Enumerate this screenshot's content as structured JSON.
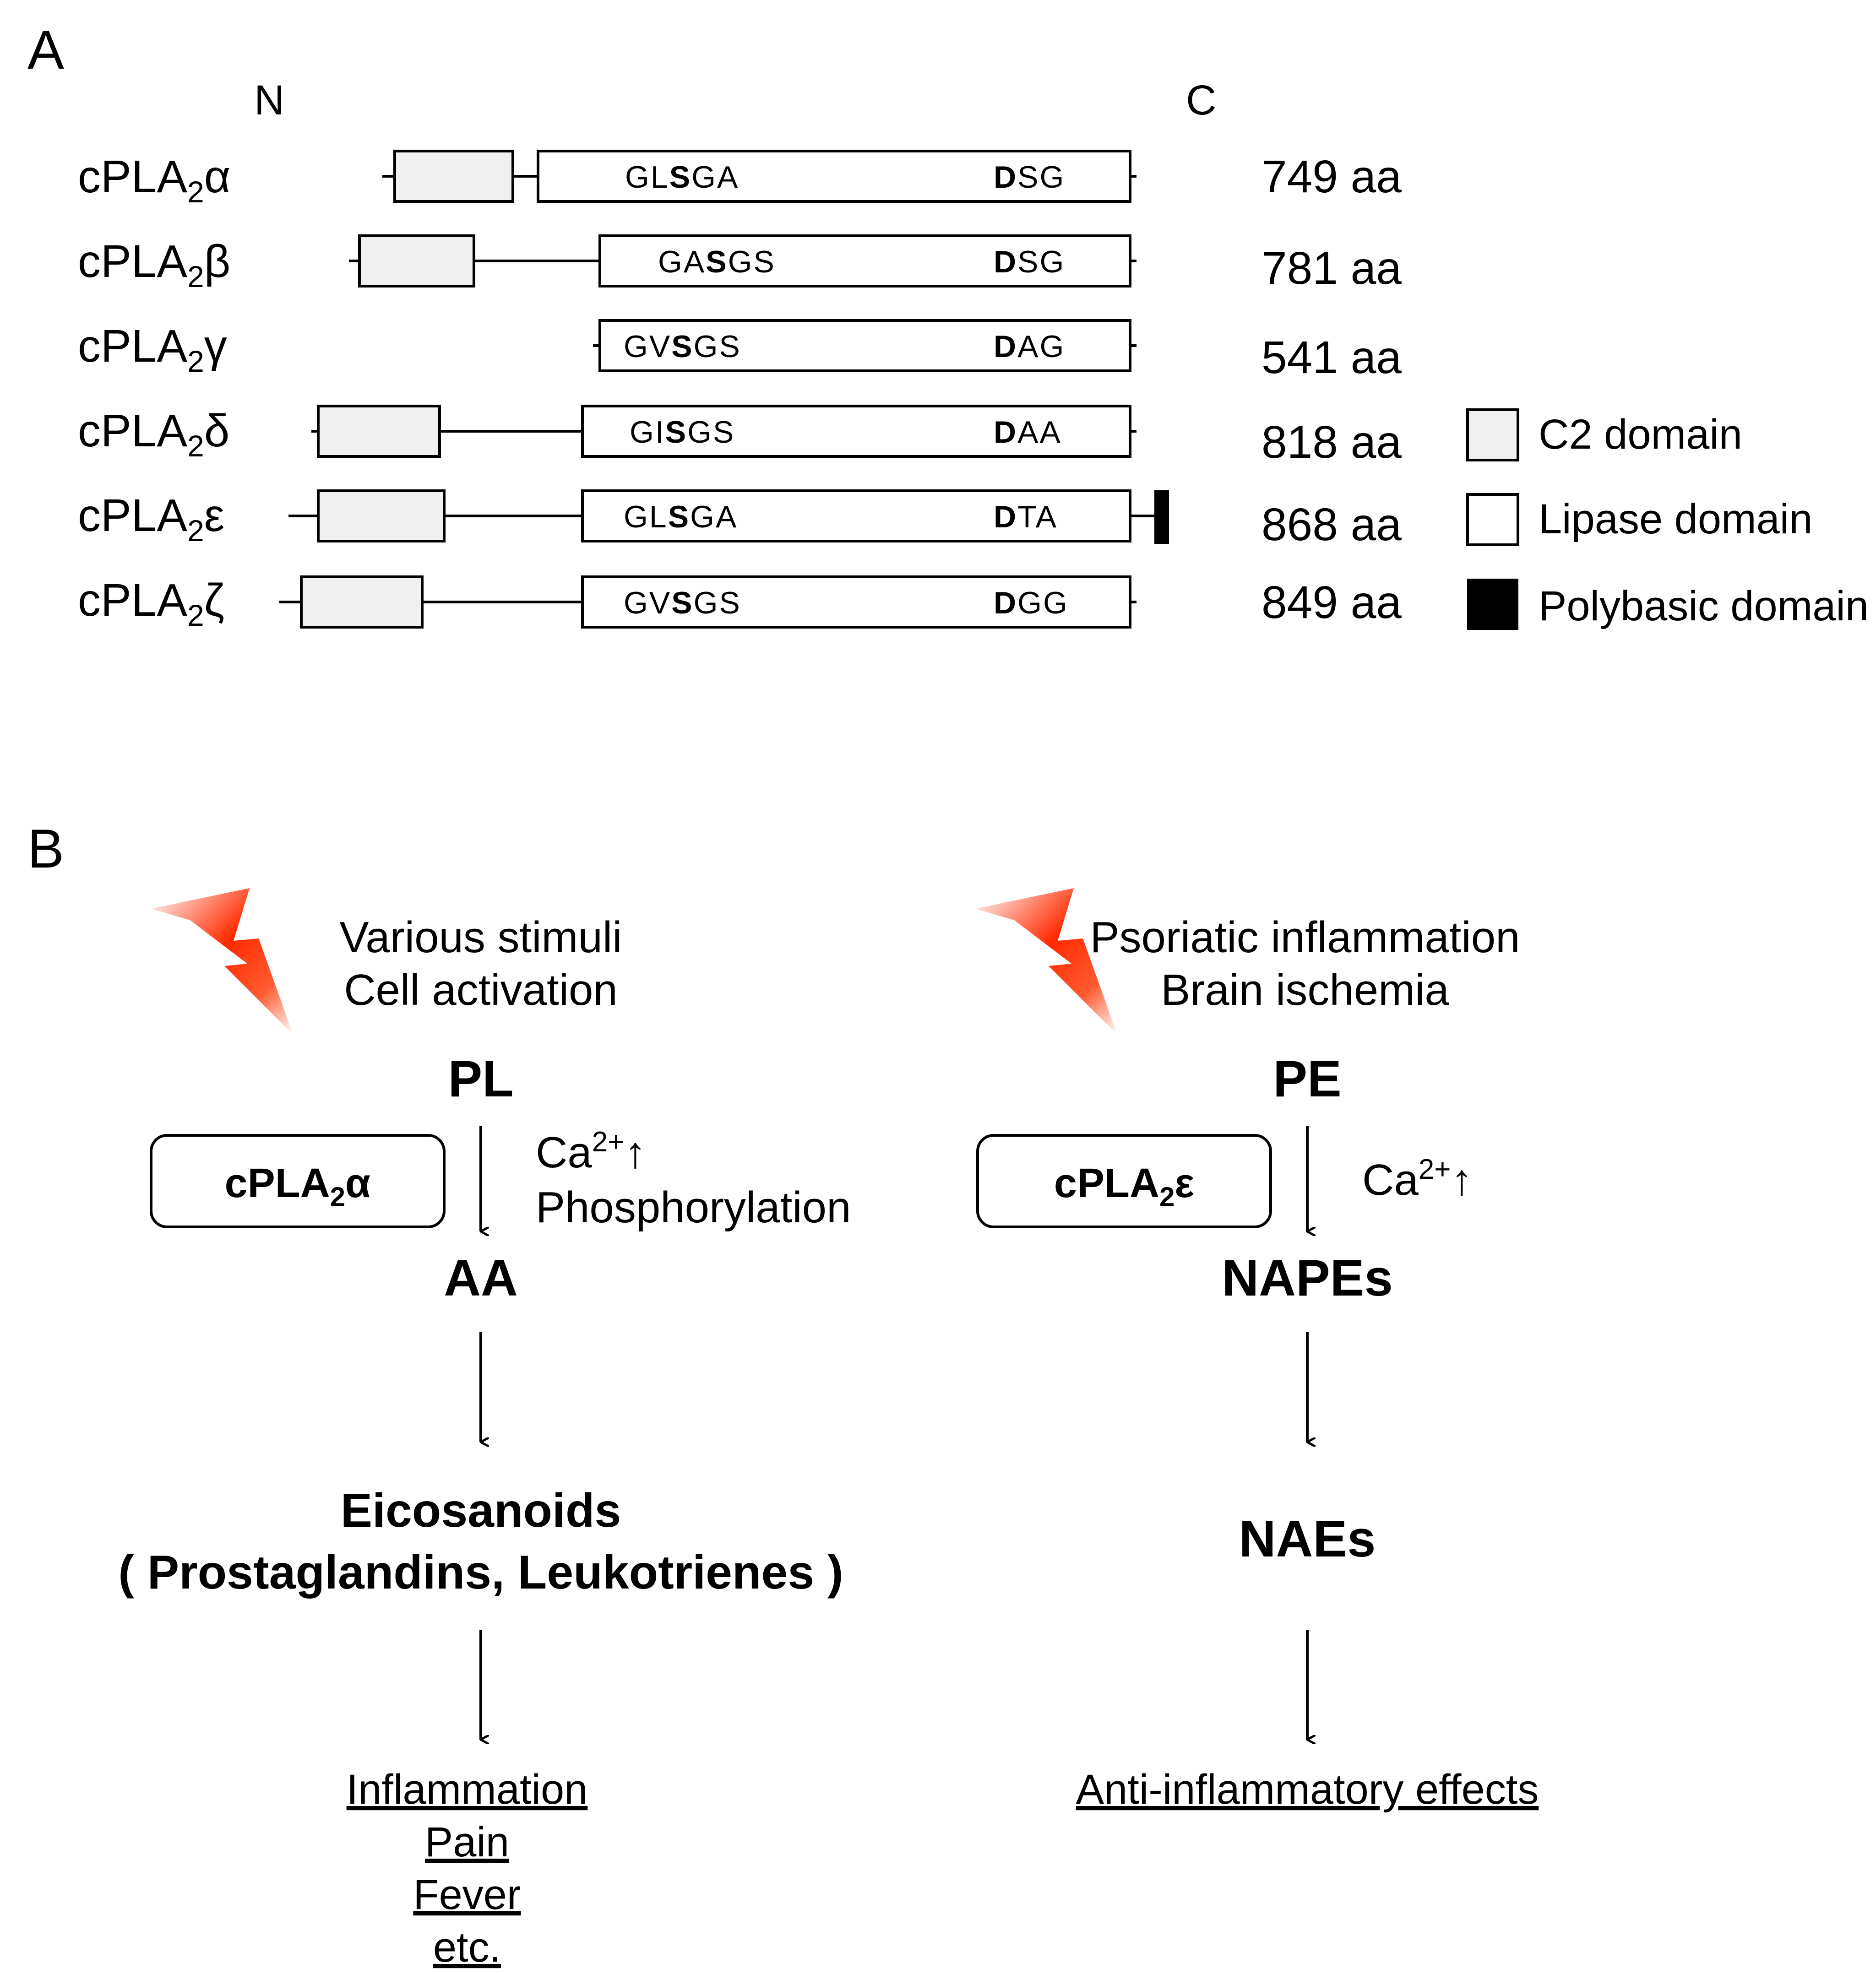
{
  "panel_a": {
    "letter": "A",
    "n_terminus": "N",
    "c_terminus": "C",
    "proteins": [
      {
        "name": "cPLA",
        "sub": "2",
        "isoform": "α",
        "motif_pre": "GL",
        "motif_s": "S",
        "motif_post": "GA",
        "asp": "D",
        "asp_post": "SG",
        "length": "749 aa"
      },
      {
        "name": "cPLA",
        "sub": "2",
        "isoform": "β",
        "motif_pre": "GA",
        "motif_s": "S",
        "motif_post": "GS",
        "asp": "D",
        "asp_post": "SG",
        "length": "781 aa"
      },
      {
        "name": "cPLA",
        "sub": "2",
        "isoform": "γ",
        "motif_pre": "GV",
        "motif_s": "S",
        "motif_post": "GS",
        "asp": "D",
        "asp_post": "AG",
        "length": "541 aa"
      },
      {
        "name": "cPLA",
        "sub": "2",
        "isoform": "δ",
        "motif_pre": "GI",
        "motif_s": "S",
        "motif_post": "GS",
        "asp": "D",
        "asp_post": "AA",
        "length": "818 aa"
      },
      {
        "name": "cPLA",
        "sub": "2",
        "isoform": "ε",
        "motif_pre": "GL",
        "motif_s": "S",
        "motif_post": "GA",
        "asp": "D",
        "asp_post": "TA",
        "length": "868 aa"
      },
      {
        "name": "cPLA",
        "sub": "2",
        "isoform": "ζ",
        "motif_pre": "GV",
        "motif_s": "S",
        "motif_post": "GS",
        "asp": "D",
        "asp_post": "GG",
        "length": "849 aa"
      }
    ],
    "legend": {
      "c2": "C2 domain",
      "lipase": "Lipase domain",
      "polybasic": "Polybasic domain"
    }
  },
  "panel_b": {
    "letter": "B",
    "left": {
      "stimulus_1": "Various stimuli",
      "stimulus_2": "Cell activation",
      "substrate": "PL",
      "enzyme_name": "cPLA",
      "enzyme_sub": "2",
      "enzyme_isoform": "α",
      "condition_ca": "Ca",
      "condition_sup": "2+",
      "condition_arrow": "↑",
      "condition_2": "Phosphorylation",
      "product": "AA",
      "downstream_1": "Eicosanoids",
      "downstream_2": "( Prostaglandins, Leukotrienes )",
      "effects": [
        "Inflammation",
        "Pain",
        "Fever",
        "etc."
      ]
    },
    "right": {
      "stimulus_1": "Psoriatic inflammation",
      "stimulus_2": "Brain ischemia",
      "substrate": "PE",
      "enzyme_name": "cPLA",
      "enzyme_sub": "2",
      "enzyme_isoform": "ε",
      "condition_ca": "Ca",
      "condition_sup": "2+",
      "condition_arrow": "↑",
      "product": "NAPEs",
      "downstream_1": "NAEs",
      "effects": [
        "Anti-inflammatory effects"
      ]
    },
    "colors": {
      "bolt": "#ff2a00",
      "bolt_fade": "#ffffff"
    }
  }
}
